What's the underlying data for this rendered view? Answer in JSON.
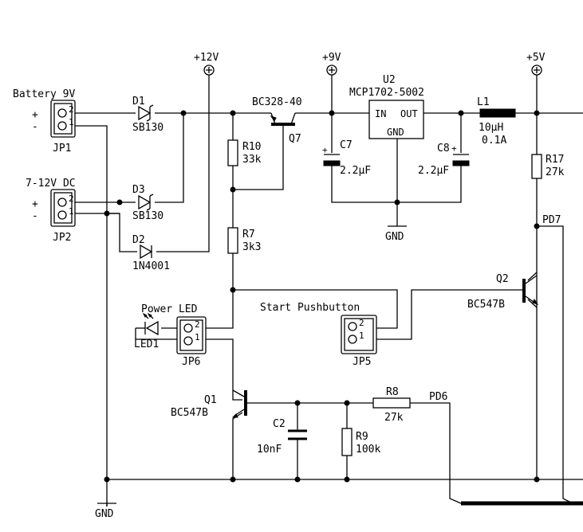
{
  "rails": {
    "v12": "+12V",
    "v9": "+9V",
    "v5": "+5V",
    "gnd": "GND",
    "gnd2": "GND"
  },
  "connectors": {
    "jp1": {
      "ref": "JP1",
      "label": "Battery 9V",
      "pin2": "2",
      "pin1": "1",
      "plus": "+",
      "minus": "-"
    },
    "jp2": {
      "ref": "JP2",
      "label": "7-12V DC",
      "pin2": "2",
      "pin1": "1",
      "plus": "+",
      "minus": "-"
    },
    "jp6": {
      "ref": "JP6",
      "pin2": "2",
      "pin1": "1"
    },
    "jp5": {
      "ref": "JP5",
      "label": "Start Pushbutton",
      "pin2": "2",
      "pin1": "1"
    }
  },
  "diodes": {
    "d1": {
      "ref": "D1",
      "value": "SB130"
    },
    "d3": {
      "ref": "D3",
      "value": "SB130"
    },
    "d2": {
      "ref": "D2",
      "value": "1N4001"
    }
  },
  "transistors": {
    "q7": {
      "ref": "Q7",
      "value": "BC328-40"
    },
    "q2": {
      "ref": "Q2",
      "value": "BC547B"
    },
    "q1": {
      "ref": "Q1",
      "value": "BC547B"
    }
  },
  "regulator": {
    "ref": "U2",
    "value": "MCP1702-5002",
    "in": "IN",
    "out": "OUT",
    "gnd": "GND"
  },
  "resistors": {
    "r10": {
      "ref": "R10",
      "value": "33k"
    },
    "r7": {
      "ref": "R7",
      "value": "3k3"
    },
    "r17": {
      "ref": "R17",
      "value": "27k"
    },
    "r8": {
      "ref": "R8",
      "value": "27k"
    },
    "r9": {
      "ref": "R9",
      "value": "100k"
    }
  },
  "capacitors": {
    "c7": {
      "ref": "C7",
      "value": "2.2µF",
      "polarity": "+"
    },
    "c8": {
      "ref": "C8",
      "value": "2.2µF",
      "polarity": "+"
    },
    "c2": {
      "ref": "C2",
      "value": "10nF"
    }
  },
  "inductor": {
    "ref": "L1",
    "value": "10µH",
    "current": "0.1A"
  },
  "led": {
    "ref": "LED1",
    "label": "Power LED"
  },
  "nets": {
    "pd7": "PD7",
    "pd6": "PD6"
  }
}
